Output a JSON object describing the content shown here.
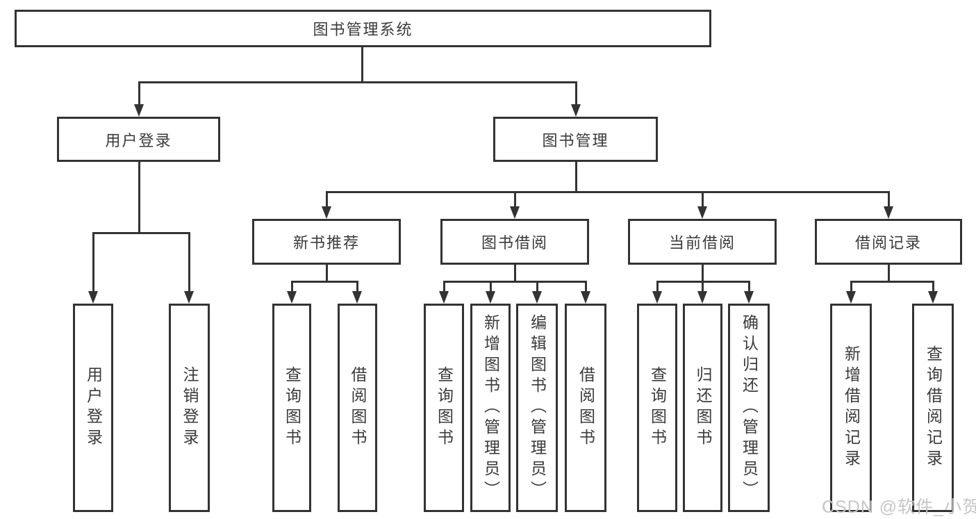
{
  "colors": {
    "line": "#333333",
    "box_background": "#ffffff",
    "text": "#3a3a3a",
    "watermark": "#c6c6c6"
  },
  "watermark": "CSDN @软件_小贺同学",
  "tree": {
    "label": "图书管理系统",
    "children": [
      {
        "label": "用户登录",
        "children": [
          {
            "label": "用户登录"
          },
          {
            "label": "注销登录"
          }
        ]
      },
      {
        "label": "图书管理",
        "children": [
          {
            "label": "新书推荐",
            "children": [
              {
                "label": "查询图书"
              },
              {
                "label": "借阅图书"
              }
            ]
          },
          {
            "label": "图书借阅",
            "children": [
              {
                "label": "查询图书"
              },
              {
                "label": "新增图书（管理员）"
              },
              {
                "label": "编辑图书（管理员）"
              },
              {
                "label": "借阅图书"
              }
            ]
          },
          {
            "label": "当前借阅",
            "children": [
              {
                "label": "查询图书"
              },
              {
                "label": "归还图书"
              },
              {
                "label": "确认归还（管理员）"
              }
            ]
          },
          {
            "label": "借阅记录",
            "children": [
              {
                "label": "新增借阅记录"
              },
              {
                "label": "查询借阅记录"
              }
            ]
          }
        ]
      }
    ]
  }
}
